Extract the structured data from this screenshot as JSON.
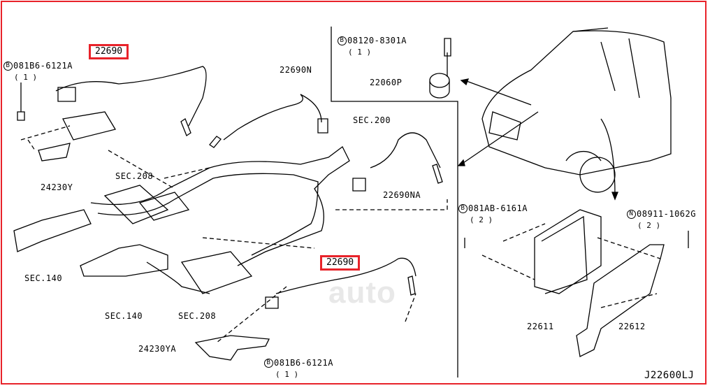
{
  "diagram_code": "J22600LJ",
  "watermark": "auto",
  "highlight_color": "#e8232a",
  "parts": [
    {
      "id": "22690",
      "highlighted": true
    },
    {
      "id": "22690",
      "highlighted": true
    },
    {
      "id": "22690N"
    },
    {
      "id": "22690NA"
    },
    {
      "id": "22060P"
    },
    {
      "id": "24230Y"
    },
    {
      "id": "24230YA"
    },
    {
      "id": "22611"
    },
    {
      "id": "22612"
    }
  ],
  "sections": [
    "SEC.200",
    "SEC.208",
    "SEC.208",
    "SEC.140",
    "SEC.140"
  ],
  "fasteners": [
    {
      "prefix": "B",
      "number": "081B6-6121A",
      "qty": "( 1 )"
    },
    {
      "prefix": "B",
      "number": "08120-8301A",
      "qty": "( 1 )"
    },
    {
      "prefix": "B",
      "number": "081AB-6161A",
      "qty": "( 2 )"
    },
    {
      "prefix": "N",
      "number": "08911-1062G",
      "qty": "( 2 )"
    },
    {
      "prefix": "B",
      "number": "081B6-6121A",
      "qty": "( 1 )"
    }
  ]
}
